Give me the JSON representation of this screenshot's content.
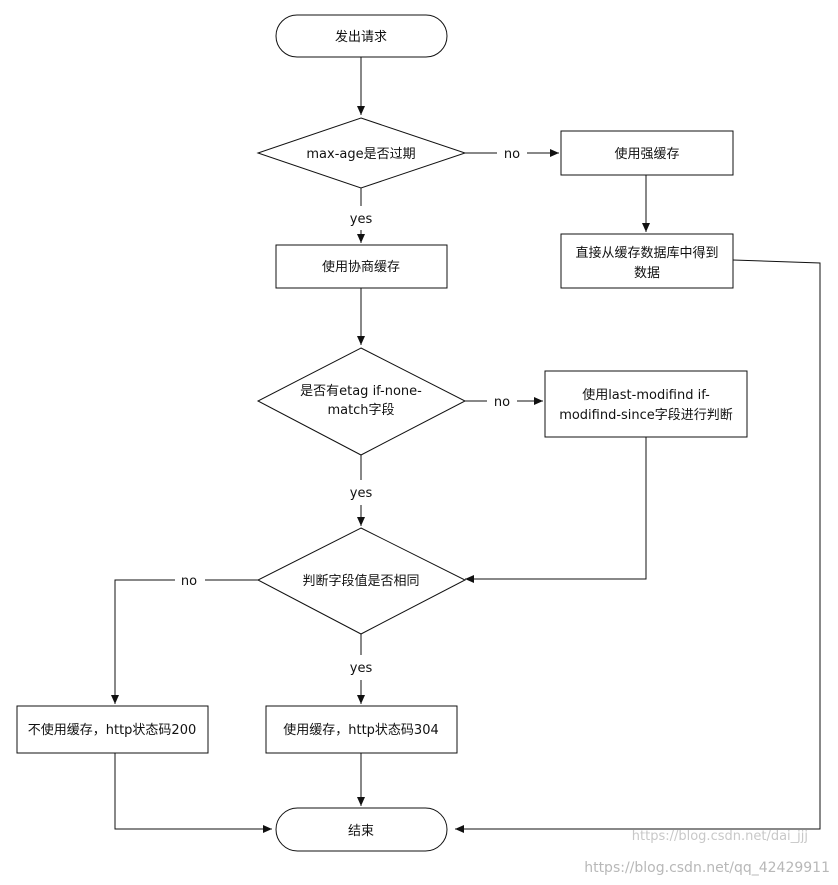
{
  "nodes": {
    "start": "发出请求",
    "maxage": "max-age是否过期",
    "strong": "使用强缓存",
    "fromdb": [
      "直接从缓存数据库中得到",
      "数据"
    ],
    "negotiate": "使用协商缓存",
    "etag": [
      "是否有etag if-none-",
      "match字段"
    ],
    "lastmod": [
      "使用last-modifind if-",
      "modifind-since字段进行判断"
    ],
    "same": "判断字段值是否相同",
    "nocache200": "不使用缓存，http状态码200",
    "cache304": "使用缓存，http状态码304",
    "end": "结束"
  },
  "edge_labels": {
    "maxage_no": "no",
    "maxage_yes": "yes",
    "etag_no": "no",
    "etag_yes": "yes",
    "same_no": "no",
    "same_yes": "yes"
  },
  "watermarks": {
    "inner": "https://blog.csdn.net/dai_jjj",
    "outer": "https://blog.csdn.net/qq_42429911"
  },
  "colors": {
    "stroke": "#111111",
    "fill": "#ffffff",
    "text": "#111111"
  }
}
